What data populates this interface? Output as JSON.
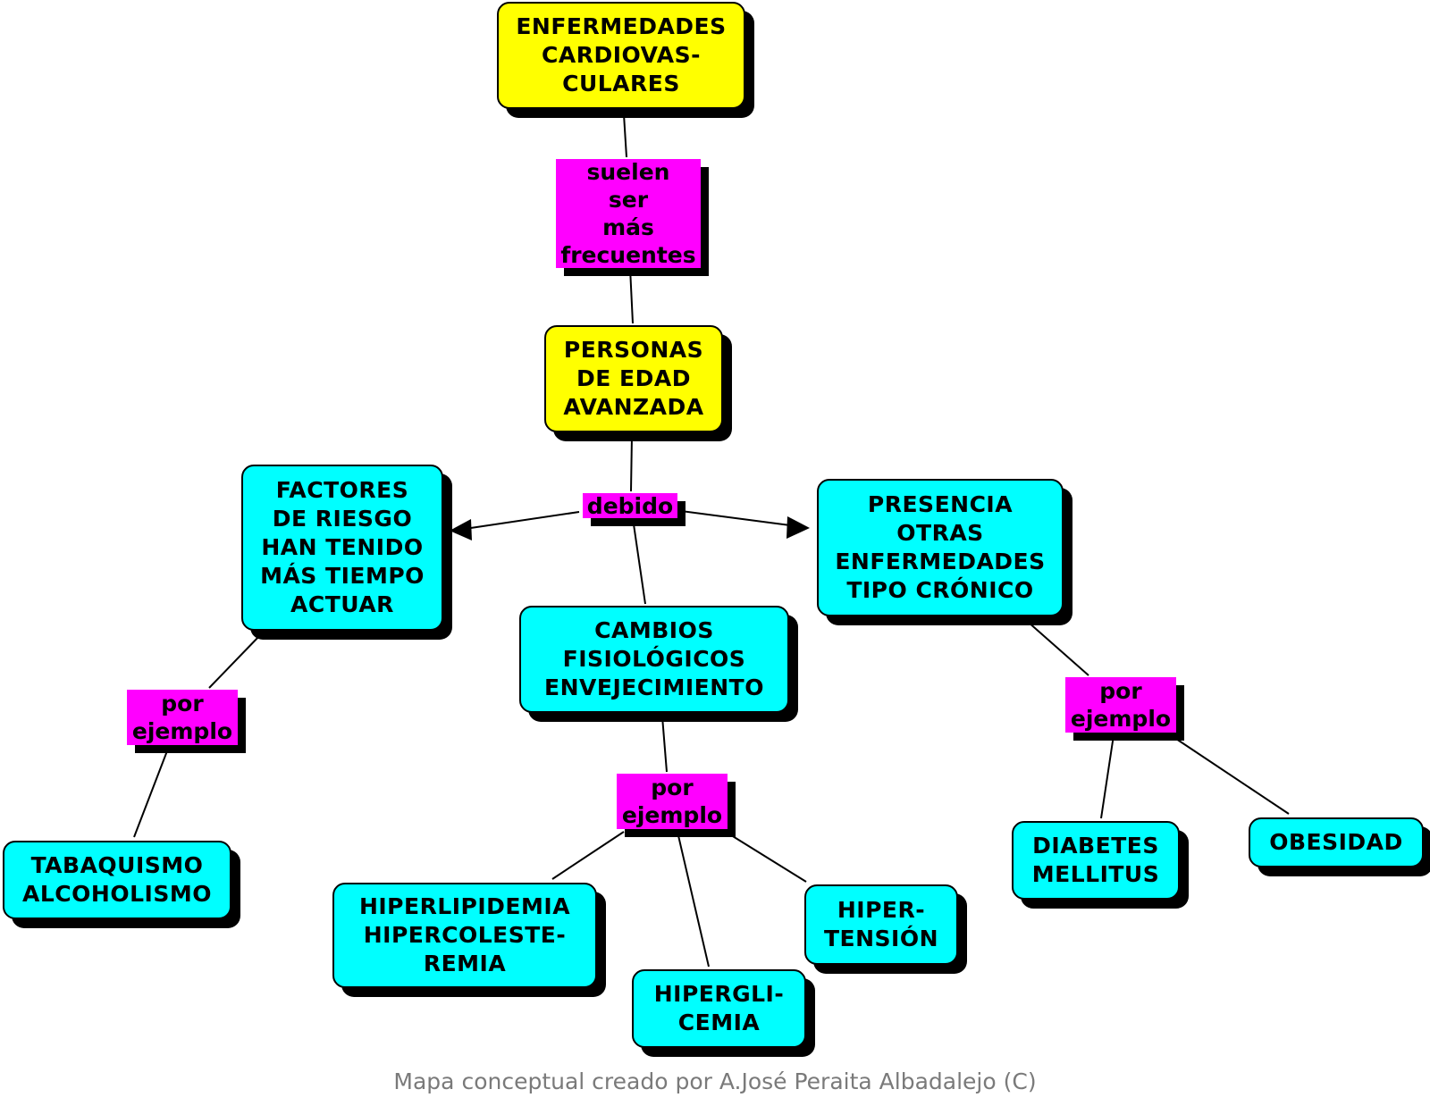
{
  "colors": {
    "concept_fill": "#ffff00",
    "detail_fill": "#00ffff",
    "linking_fill": "#ff00ff",
    "shadow": "#000000",
    "footer_text": "#7a7a7a"
  },
  "nodes": {
    "enfermedades": "ENFERMEDADES\nCARDIOVAS-\nCULARES",
    "personas": "PERSONAS\nDE EDAD\nAVANZADA",
    "factores": "FACTORES\nDE RIESGO\nHAN TENIDO\nMÁS TIEMPO\nACTUAR",
    "presencia": "PRESENCIA\nOTRAS\nENFERMEDADES\nTIPO CRÓNICO",
    "cambios": "CAMBIOS\nFISIOLÓGICOS\nENVEJECIMIENTO",
    "tabaquismo": "TABAQUISMO\nALCOHOLISMO",
    "hiperlipidemia": "HIPERLIPIDEMIA\nHIPERCOLESTE-\nREMIA",
    "hiperglicemia": "HIPERGLI-\nCEMIA",
    "hipertension": "HIPER-\nTENSIÓN",
    "diabetes": "DIABETES\nMELLITUS",
    "obesidad": "OBESIDAD"
  },
  "links": {
    "suelen": "suelen\nser\nmás\nfrecuentes",
    "debido": "debido",
    "por_ejemplo_left": "por\nejemplo",
    "por_ejemplo_center": "por\nejemplo",
    "por_ejemplo_right": "por\nejemplo"
  },
  "footer": "Mapa conceptual creado por A.José Peraita Albadalejo (C)"
}
